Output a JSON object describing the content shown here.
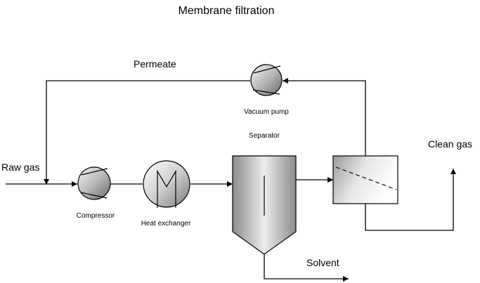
{
  "diagram": {
    "title": "Membrane filtration",
    "labels": {
      "permeate": "Permeate",
      "vacuum_pump": "Vacuum pump",
      "separator": "Separator",
      "clean_gas": "Clean gas",
      "raw_gas": "Raw gas",
      "compressor": "Compressor",
      "heat_exchanger": "Heat exchanger",
      "solvent": "Solvent"
    }
  }
}
